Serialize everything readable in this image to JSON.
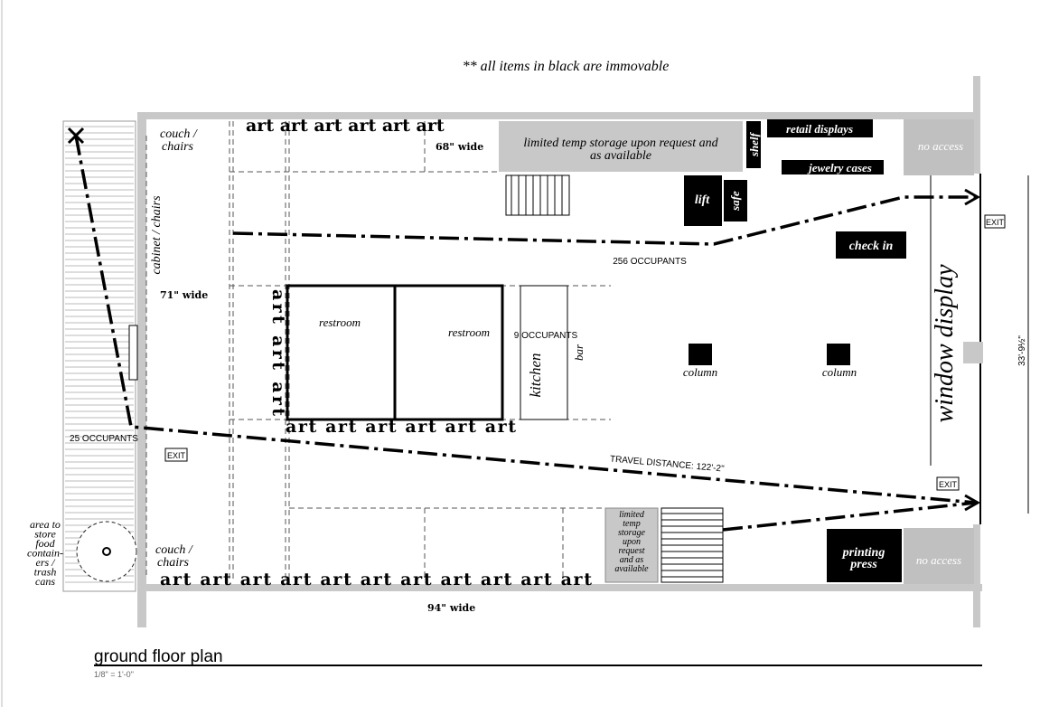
{
  "note": "** all items in black are immovable",
  "labels": {
    "couch_top": [
      "couch /",
      "chairs"
    ],
    "couch_bottom": [
      "couch /",
      "chairs"
    ],
    "cabinet": "cabinet / chairs",
    "width_71": "71\" wide",
    "width_68": "68\" wide",
    "width_94": "94\" wide",
    "storage_top": [
      "limited temp storage upon request and",
      "as available"
    ],
    "storage_bottom": [
      "limited",
      "temp",
      "storage",
      "upon",
      "request",
      "and as",
      "available"
    ],
    "shelf": "shelf",
    "retail": "retail displays",
    "jewelry": "jewelry cases",
    "lift": "lift",
    "safe": "safe",
    "no_access_top": "no access",
    "no_access_bottom": "no access",
    "check_in": "check in",
    "window_display": "window display",
    "exit": "EXIT",
    "occ_256": "256 OCCUPANTS",
    "occ_9": "9 OCCUPANTS",
    "occ_25": "25 OCCUPANTS",
    "travel": "TRAVEL DISTANCE: 122'-2\"",
    "restroom_left": "restroom",
    "restroom_right": "restroom",
    "kitchen": "kitchen",
    "bar": "bar",
    "column": "column",
    "printing_press": [
      "printing",
      "press"
    ],
    "food_area": [
      "area to",
      "store",
      "food",
      "contain-",
      "ers /",
      "trash",
      "cans"
    ],
    "dimension": "33'-9½\""
  },
  "art": {
    "top": "art art art art art art",
    "bottom": "art art art art art art art art art art art",
    "restroom_bottom": "art art art art art art",
    "restroom_side": "art art art"
  },
  "title": {
    "name": "ground floor plan",
    "scale": "1/8\" = 1'-0\""
  }
}
